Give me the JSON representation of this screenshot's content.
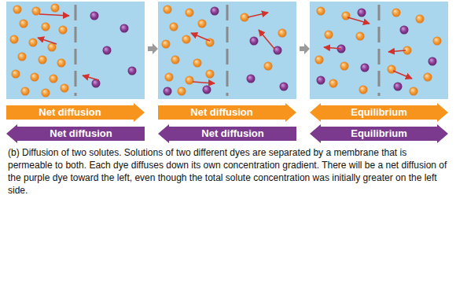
{
  "diagram": {
    "caption": "(b) Diffusion of two solutes. Solutions of two different dyes are separated by a membrane that is permeable to both. Each dye diffuses down its own concentration gradient. There will be a net diffusion of the purple dye toward the left, even though the total solute concentration was initially greater on the left side.",
    "nodes": [
      {
        "text": [
          "Net diffusion"
        ]
      },
      {
        "text": [
          "Net diffusion"
        ]
      },
      {
        "text": [
          "Equilibrium"
        ]
      },
      {
        "text": [
          "Net diffusion"
        ]
      },
      {
        "text": [
          "Net diffusion"
        ]
      },
      {
        "text": [
          "Equilibrium"
        ]
      }
    ]
  }
}
